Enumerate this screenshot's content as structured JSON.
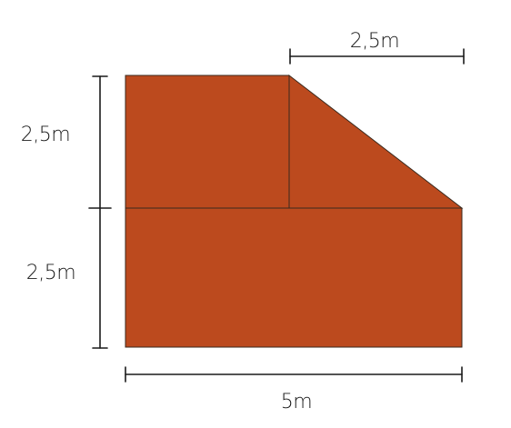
{
  "diagram": {
    "fill_color": "#BC4A1E",
    "stroke_color": "#3A2A1E",
    "labels": {
      "top_width": "2,5m",
      "left_upper_height": "2,5m",
      "left_lower_height": "2,5m",
      "bottom_width": "5m"
    }
  }
}
